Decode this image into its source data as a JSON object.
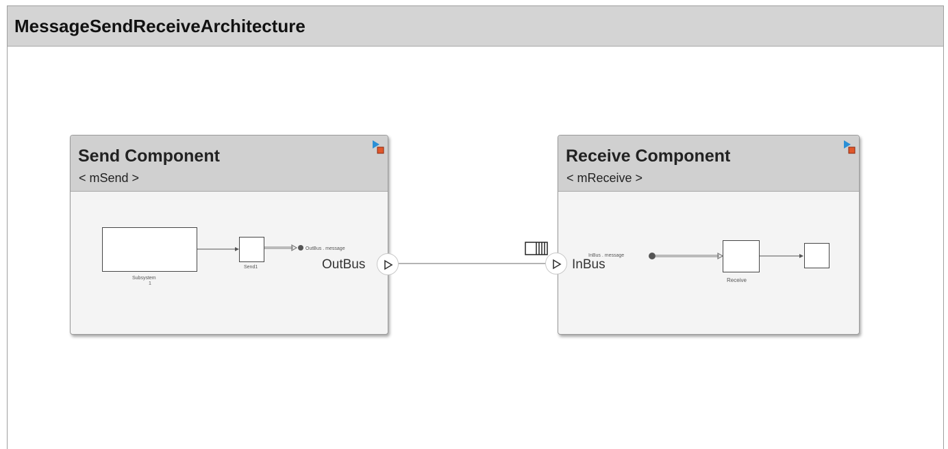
{
  "architecture": {
    "title": "MessageSendReceiveArchitecture"
  },
  "components": {
    "send": {
      "name": "Send Component",
      "stereotype": "< mSend >",
      "blocks": {
        "subsystem_label_1": "Subsystem",
        "subsystem_label_2": "1",
        "send_label": "Send1",
        "outport_label": "OutBus . message"
      },
      "port": {
        "name": "OutBus"
      }
    },
    "receive": {
      "name": "Receive Component",
      "stereotype": "< mReceive >",
      "blocks": {
        "inport_label": "InBus . message",
        "receive_label": "Receive"
      },
      "port": {
        "name": "InBus"
      }
    }
  },
  "colors": {
    "header": "#d4d4d4",
    "component_body": "#f4f4f4",
    "icon_blue": "#2a8fd6",
    "icon_orange": "#e0572a"
  },
  "icons": [
    "component-adapter-icon",
    "port-direction-icon",
    "message-queue-icon"
  ]
}
